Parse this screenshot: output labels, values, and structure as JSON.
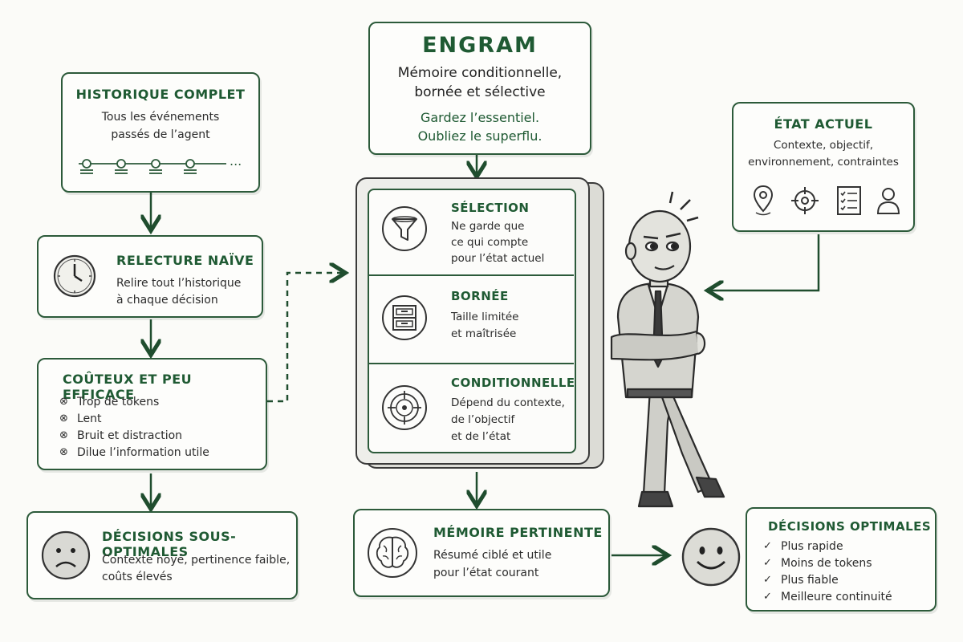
{
  "historique": {
    "title": "HISTORIQUE COMPLET",
    "line1": "Tous les événements",
    "line2": "passés de l’agent",
    "ellipsis": "..."
  },
  "relecture": {
    "title": "RELECTURE NAÏVE",
    "line1": "Relire tout l’historique",
    "line2": "à chaque décision",
    "icon": "clock-icon"
  },
  "couteux": {
    "title": "COÛTEUX ET PEU EFFICACE",
    "items": [
      "Trop de tokens",
      "Lent",
      "Bruit et distraction",
      "Dilue l’information utile"
    ],
    "bullet": "⊗"
  },
  "sous_optimales": {
    "title": "DÉCISIONS SOUS-OPTIMALES",
    "line1": "Contexte noyé, pertinence faible,",
    "line2": "coûts élevés",
    "icon": "sad-face-icon"
  },
  "engram": {
    "title": "ENGRAM",
    "subtitle1": "Mémoire conditionnelle,",
    "subtitle2": "bornée et sélective",
    "tagline1": "Gardez l’essentiel.",
    "tagline2": "Oubliez le superflu."
  },
  "panel": {
    "sections": [
      {
        "title": "SÉLECTION",
        "lines": [
          "Ne garde que",
          "ce qui compte",
          "pour l’état actuel"
        ],
        "icon": "funnel-icon"
      },
      {
        "title": "BORNÉE",
        "lines": [
          "Taille limitée",
          "et maîtrisée"
        ],
        "icon": "drawers-icon"
      },
      {
        "title": "CONDITIONNELLE",
        "lines": [
          "Dépend du contexte,",
          "de l’objectif",
          "et de l’état"
        ],
        "icon": "target-icon"
      }
    ]
  },
  "etat": {
    "title": "ÉTAT ACTUEL",
    "line1": "Contexte, objectif,",
    "line2": "environnement, contraintes",
    "icons": [
      "location-pin-icon",
      "crosshair-icon",
      "checklist-icon",
      "user-icon"
    ]
  },
  "memoire": {
    "title": "MÉMOIRE PERTINENTE",
    "line1": "Résumé ciblé et utile",
    "line2": "pour l’état courant",
    "icon": "brain-icon"
  },
  "optimales": {
    "title": "DÉCISIONS OPTIMALES",
    "items": [
      "Plus rapide",
      "Moins de tokens",
      "Plus fiable",
      "Meilleure continuité"
    ],
    "bullet": "✓",
    "icon": "happy-face-icon"
  },
  "colors": {
    "accent": "#1f5a33",
    "border": "#2c5a3a",
    "background": "#fbfbf8"
  }
}
